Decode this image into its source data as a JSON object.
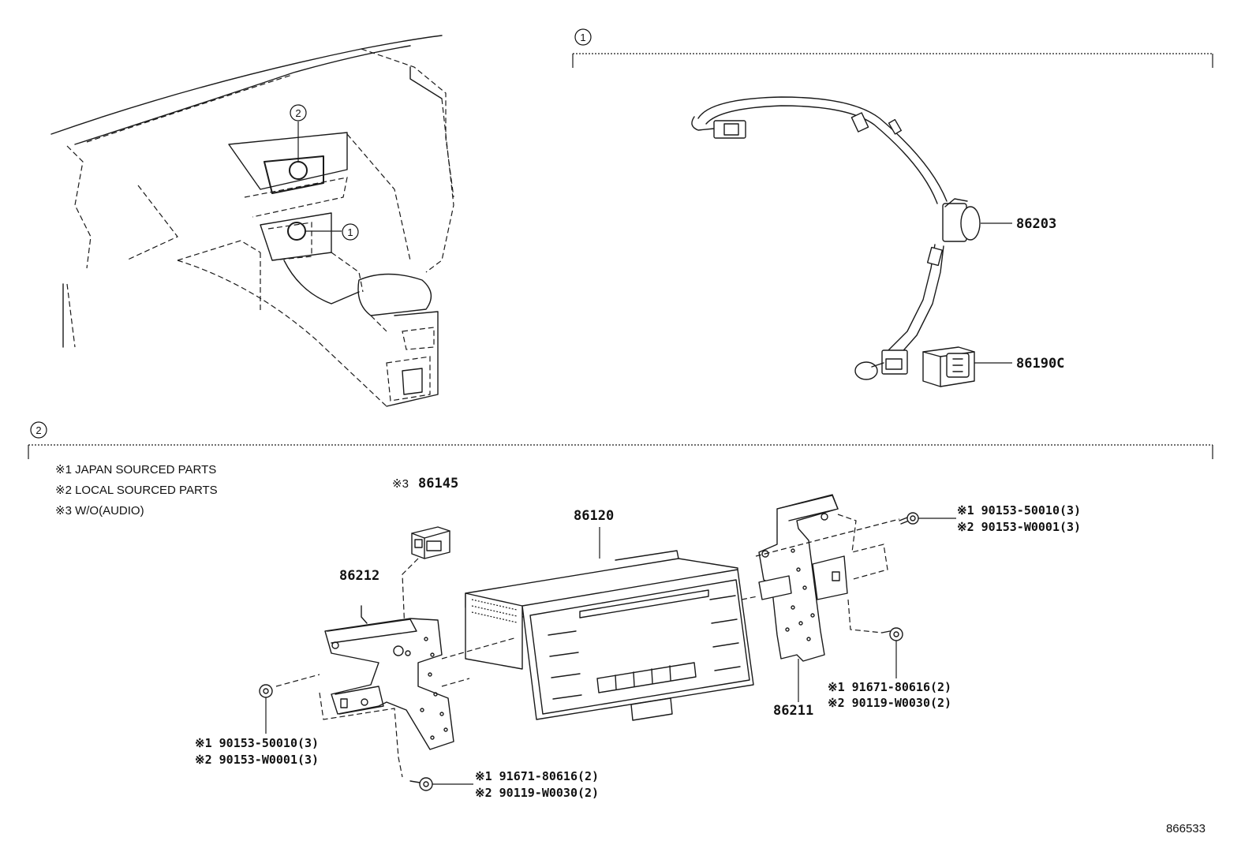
{
  "callouts": {
    "one": "1",
    "two": "2"
  },
  "notes": [
    "※1 JAPAN SOURCED PARTS",
    "※2 LOCAL SOURCED PARTS",
    "※3 W/O(AUDIO)"
  ],
  "parts": {
    "harness": "86203",
    "switch": "86190C",
    "receiver": "86120",
    "relay_prefix": "※3",
    "relay": "86145",
    "bracket_left": "86212",
    "bracket_right": "86211"
  },
  "fasteners": {
    "upper_right": [
      "※1 90153-50010(3)",
      "※2 90153-W0001(3)"
    ],
    "mid_right": [
      "※1 91671-80616(2)",
      "※2 90119-W0030(2)"
    ],
    "lower_left": [
      "※1 90153-50010(3)",
      "※2 90153-W0001(3)"
    ],
    "lower_mid": [
      "※1 91671-80616(2)",
      "※2 90119-W0030(2)"
    ]
  },
  "drawing_number": "866533"
}
